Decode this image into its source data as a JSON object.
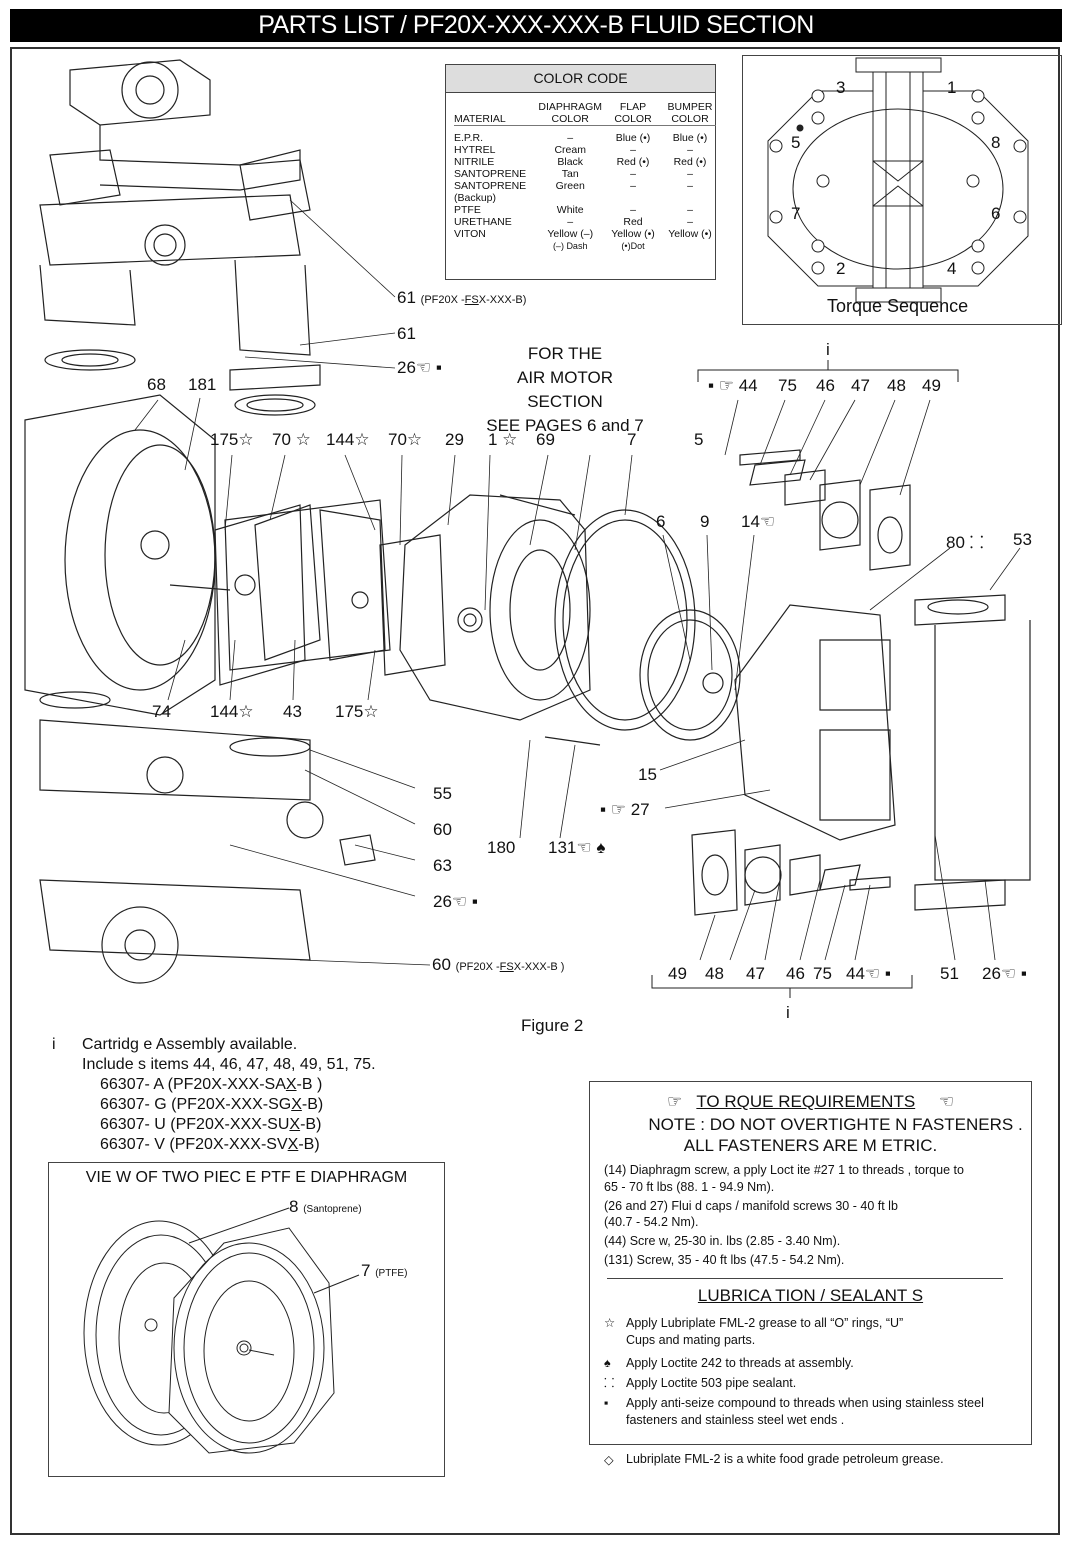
{
  "header": {
    "title": "PARTS LIST / PF20X-XXX-XXX-B FLUID SECTION"
  },
  "color_code": {
    "title": "COLOR CODE",
    "columns": [
      "MATERIAL",
      "DIAPHRAGM COLOR",
      "FLAP COLOR",
      "BUMPER COLOR"
    ],
    "rows": [
      {
        "material": "E.P.R.",
        "diaphragm": "–",
        "flap": "Blue (•)",
        "bumper": "Blue (•)"
      },
      {
        "material": "HYTREL",
        "diaphragm": "Cream",
        "flap": "–",
        "bumper": "–"
      },
      {
        "material": "NITRILE",
        "diaphragm": "Black",
        "flap": "Red (•)",
        "bumper": "Red (•)"
      },
      {
        "material": "SANTOPRENE",
        "diaphragm": "Tan",
        "flap": "–",
        "bumper": "–"
      },
      {
        "material": "SANTOPRENE (Backup)",
        "diaphragm": "Green",
        "flap": "–",
        "bumper": "–"
      },
      {
        "material": "PTFE",
        "diaphragm": "White",
        "flap": "–",
        "bumper": "–"
      },
      {
        "material": "URETHANE",
        "diaphragm": "–",
        "flap": "Red",
        "bumper": "–"
      },
      {
        "material": "VITON",
        "diaphragm": "Yellow (–)",
        "flap": "Yellow (•)",
        "bumper": "Yellow (•)"
      }
    ],
    "legend_dash": "(–) Dash",
    "legend_dot": "(•)Dot"
  },
  "torque_sequence": {
    "caption": "Torque Sequence",
    "numbers": [
      "1",
      "2",
      "3",
      "4",
      "5",
      "6",
      "7",
      "8"
    ]
  },
  "air_motor_note": [
    "FOR THE",
    "AIR MOTOR SECTION",
    "SEE PAGES 6 and  7"
  ],
  "callouts": {
    "c61a": "61",
    "c61a_sub": "(PF20X -",
    "c61a_u": "FS",
    "c61a_sub2": "X-XXX-B)",
    "c61b": "61",
    "c26a": "26☜ ▪",
    "c68": "68",
    "c181": "181",
    "c175a": "175☆",
    "c70a": "70 ☆",
    "c144a": "144☆",
    "c70b": "70☆",
    "c29": "29",
    "c1": "1 ☆",
    "c69": "69",
    "c7": "7",
    "c6": "6",
    "c9": "9",
    "c14": "14☜",
    "ci_top": "i",
    "c5": "5",
    "c44top": "▪ ☞ 44",
    "c75top": "75",
    "c46top": "46",
    "c47top": "47",
    "c48top": "48",
    "c49top": "49",
    "c80": "80 ⸬",
    "c53": "53",
    "c74": "74",
    "c144b": "144☆",
    "c43": "43",
    "c175b": "175☆",
    "c55": "55",
    "c60a": "60",
    "c63": "63",
    "c26b": "26☜ ▪",
    "c180": "180",
    "c131": "131☜ ♠",
    "c15": "15",
    "c27": "▪ ☞ 27",
    "c60b": "60",
    "c60b_sub": "(PF20X -",
    "c60b_u": "FS",
    "c60b_sub2": "X-XXX-B )",
    "c49b": "49",
    "c48b": "48",
    "c47b": "47",
    "c46b": "46",
    "c75b": "75",
    "c44b": "44☜ ▪",
    "c51": "51",
    "c26c": "26☜ ▪",
    "ci_bottom": "i",
    "figure": "Figure  2"
  },
  "cartridge": {
    "marker": "i",
    "line1": "Cartridg e Assembly  available.",
    "line2": "Include s items 44, 46, 47, 48, 49, 51, 75.",
    "kits": [
      {
        "pre": "66307- A (PF20X-XXX-SA",
        "u": "X",
        "post": "-B   )"
      },
      {
        "pre": "66307- G (PF20X-XXX-SG",
        "u": "X",
        "post": "-B)"
      },
      {
        "pre": "66307- U (PF20X-XXX-SU",
        "u": "X",
        "post": "-B)"
      },
      {
        "pre": "66307- V (PF20X-XXX-SV",
        "u": "X",
        "post": "-B)"
      }
    ]
  },
  "diaphragm_view": {
    "title": "VIE W OF TWO PIEC E PTF E DIAPHRAGM",
    "c8": "8",
    "c8_sub": "(Santoprene)",
    "c7": "7",
    "c7_sub": "(PTFE)"
  },
  "torque_requirements": {
    "title": "TO RQUE  REQUIREMENTS",
    "icon_left": "☞",
    "icon_right": "☜",
    "note1": "NOTE : DO NOT  OVERTIGHTE  N FASTENERS  .",
    "note2": "ALL FASTENERS   ARE M ETRIC.",
    "lines": [
      "(14) Diaphragm  screw, a pply Loct ite #27 1 to threads , torque to",
      "65 - 70  ft lbs (88. 1 - 94.9 Nm).",
      "(26 and 27) Flui d caps / manifold  screws 30 - 40 ft lb",
      "(40.7 - 54.2 Nm).",
      "(44) Scre w, 25-30 in. lbs (2.85 - 3.40 Nm).",
      "(131) Screw, 35 - 40 ft lbs (47.5  - 54.2 Nm)."
    ]
  },
  "lubrication": {
    "title": "LUBRICA TION  / SEALANT S",
    "items": [
      {
        "symbol": "☆",
        "text": "Apply Lubriplate FML-2 grease to all “O” rings, “U” Cups and mating parts."
      },
      {
        "symbol": "♠",
        "text": "Apply Loctite 242 to threads at assembly."
      },
      {
        "symbol": "⸬",
        "text": "Apply Loctite 503 pipe sealant."
      },
      {
        "symbol": "▪",
        "text": "Apply anti-seize compound to threads when using stainless steel fasteners and stainless steel wet ends     ."
      }
    ],
    "footnote_symbol": "◇",
    "footnote": "Lubriplate FML-2 is a white food grade petroleum grease."
  }
}
